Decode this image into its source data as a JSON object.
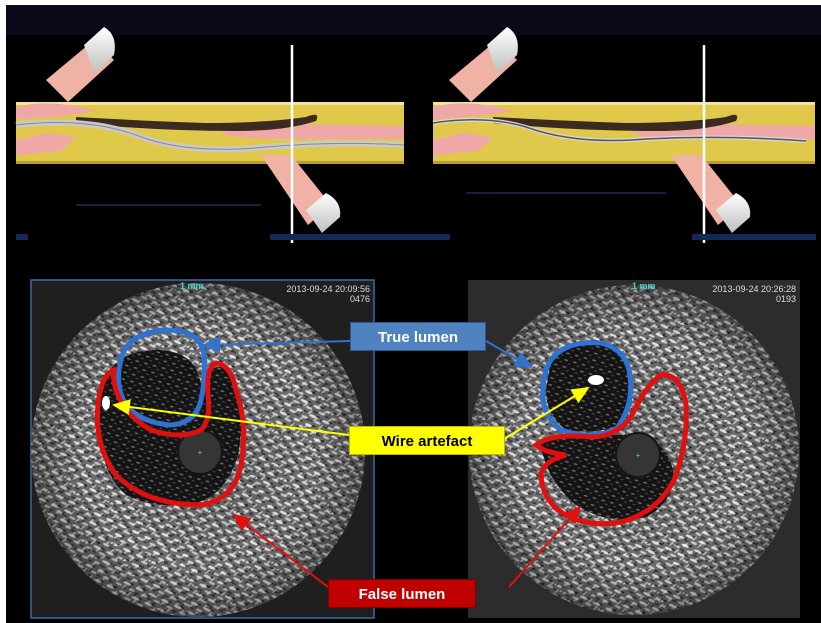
{
  "colors": {
    "background": "#000000",
    "vessel_wall": "#e0c94a",
    "vessel_lumen": "#f2a9a9",
    "true_lumen_outline": "#2e72d2",
    "false_lumen_outline": "#e01010",
    "wire_artefact_arrow": "#ffff00",
    "scale_text": "#3fd3d3"
  },
  "ivus_left": {
    "scale": "1 mm",
    "datetime": "2013-09-24 20:09:56",
    "frame": "0476"
  },
  "ivus_right": {
    "scale": "1 mm",
    "datetime": "2013-09-24 20:26:28",
    "frame": "0193"
  },
  "labels": {
    "true_lumen": "True lumen",
    "wire_artefact": "Wire artefact",
    "false_lumen": "False lumen"
  },
  "icons": [
    "vessel-schematic-illustration",
    "ivus-cross-section-image"
  ]
}
